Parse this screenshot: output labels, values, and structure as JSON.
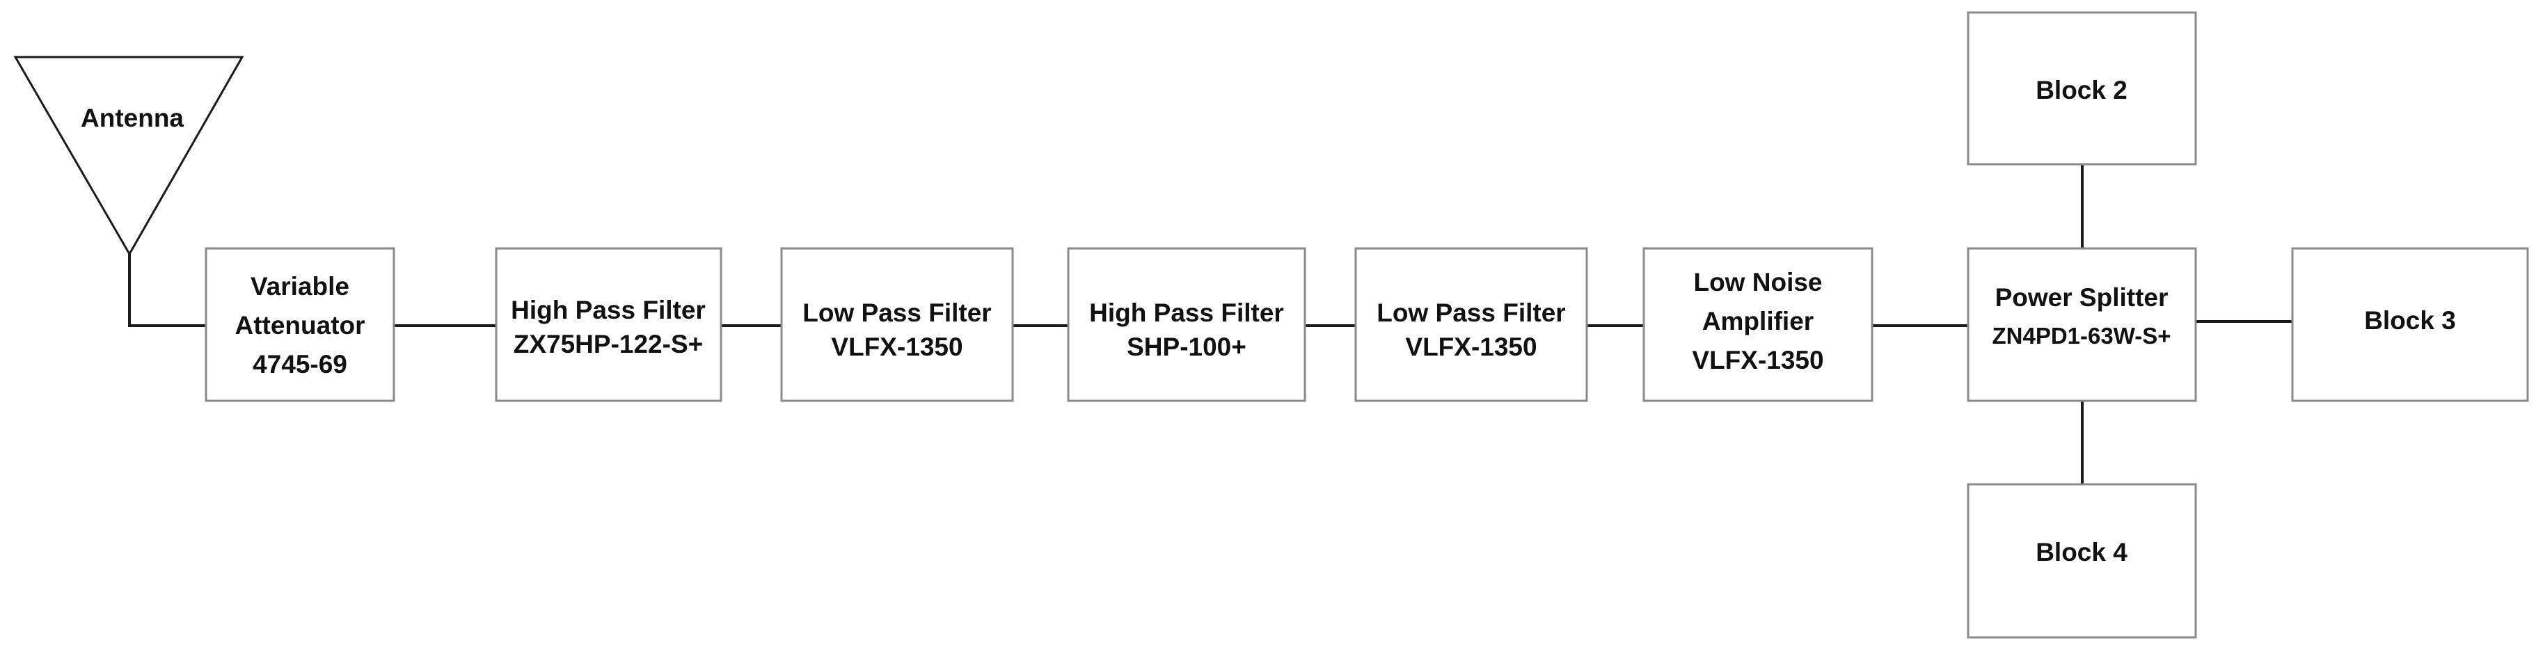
{
  "diagram": {
    "antenna": {
      "label": "Antenna"
    },
    "chain": [
      {
        "id": "attenuator",
        "lines": [
          "Variable",
          "Attenuator",
          "4745-69"
        ]
      },
      {
        "id": "hpf1",
        "lines": [
          "High Pass Filter",
          "ZX75HP-122-S+"
        ]
      },
      {
        "id": "lpf1",
        "lines": [
          "Low Pass Filter",
          "VLFX-1350"
        ]
      },
      {
        "id": "hpf2",
        "lines": [
          "High Pass Filter",
          "SHP-100+"
        ]
      },
      {
        "id": "lpf2",
        "lines": [
          "Low Pass Filter",
          "VLFX-1350"
        ]
      },
      {
        "id": "lna",
        "lines": [
          "Low Noise",
          "Amplifier",
          "VLFX-1350"
        ]
      },
      {
        "id": "splitter",
        "lines": [
          "Power Splitter",
          "ZN4PD1-63W-S+"
        ]
      }
    ],
    "outputs": {
      "block2": "Block 2",
      "block3": "Block 3",
      "block4": "Block 4"
    }
  }
}
